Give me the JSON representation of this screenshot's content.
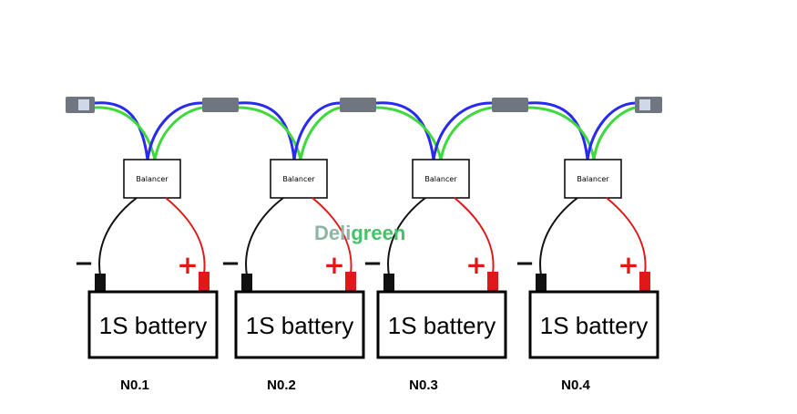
{
  "watermark": {
    "part1": "Deli",
    "part2": "green"
  },
  "units": [
    {
      "balancer_label": "Balancer",
      "battery_label": "1S battery",
      "number_label": "N0.1"
    },
    {
      "balancer_label": "Balancer",
      "battery_label": "1S battery",
      "number_label": "N0.2"
    },
    {
      "balancer_label": "Balancer",
      "battery_label": "1S battery",
      "number_label": "N0.3"
    },
    {
      "balancer_label": "Balancer",
      "battery_label": "1S battery",
      "number_label": "N0.4"
    }
  ],
  "terminal_signs": {
    "negative": "−",
    "positive": "+"
  },
  "colors": {
    "wire_blue": "#2a2aef",
    "wire_green": "#3fd83f",
    "wire_positive": "#e01818",
    "wire_negative": "#111111",
    "connector": "#6f7680",
    "watermark_left": "#8fb4a4",
    "watermark_right": "#46c26a"
  }
}
